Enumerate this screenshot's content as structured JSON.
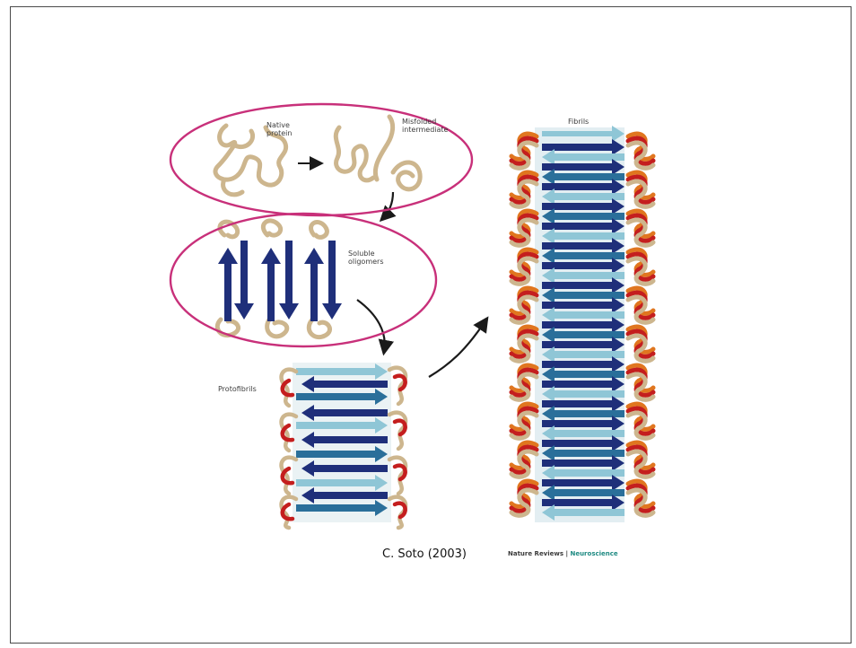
{
  "labels": {
    "native_protein": "Native\nprotein",
    "misfolded_intermediate": "Misfolded\nintermediate",
    "soluble_oligomers": "Soluble\noligomers",
    "protofibrils": "Protofibrils",
    "fibrils": "Fibrils"
  },
  "citation": "C. Soto (2003)",
  "credit": {
    "journal": "Nature Reviews",
    "separator": " | ",
    "subject": "Neuroscience"
  },
  "colors": {
    "highlight_ellipse": "#c8307a",
    "strand_dark": "#1f2f7a",
    "strand_light": "#8fc6d6",
    "strand_mid": "#2a6f9a",
    "coil_tan": "#cdb68e",
    "coil_red": "#c41e1e",
    "coil_orange": "#e0761f"
  },
  "icons": [
    "flow-arrow-icon"
  ]
}
